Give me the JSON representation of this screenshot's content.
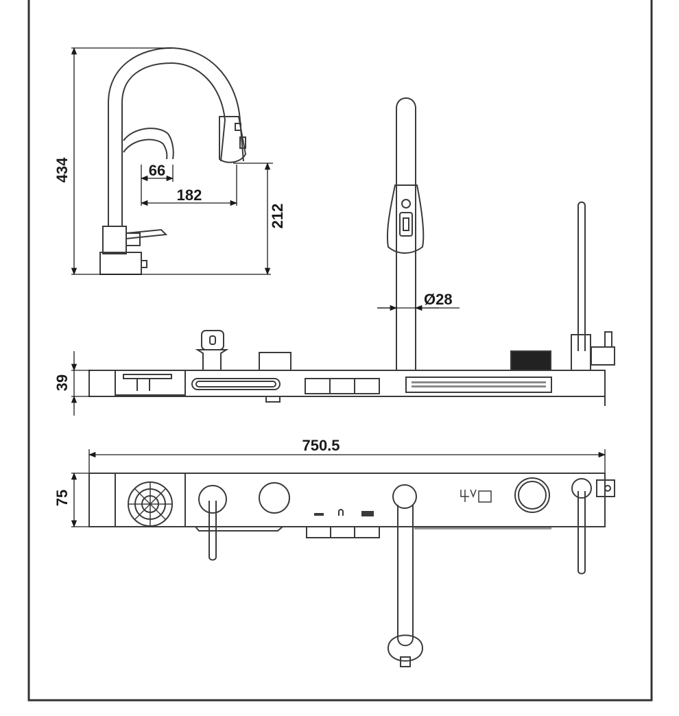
{
  "dimensions": {
    "total_height": "434",
    "spout_reach": "182",
    "sprayer_reach": "66",
    "outlet_height": "212",
    "pipe_diameter": "28",
    "panel_height": "39",
    "total_width": "750.5",
    "panel_depth": "75"
  },
  "colors": {
    "line": "#3a3a3a",
    "frame": "#333333",
    "dim": "#1a1a1a"
  }
}
